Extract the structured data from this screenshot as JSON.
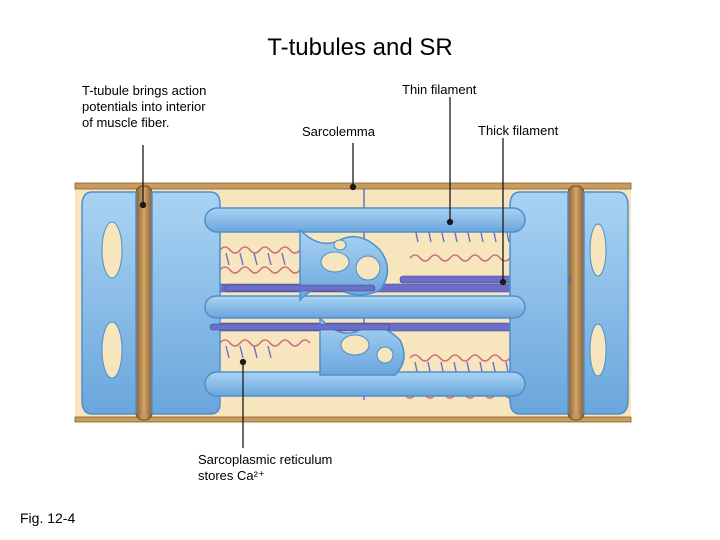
{
  "title": "T-tubules and SR",
  "labels": {
    "t_tubule": [
      "T-tubule brings action",
      "potentials into interior",
      "of muscle fiber."
    ],
    "sarcolemma": "Sarcolemma",
    "thin_filament": "Thin filament",
    "thick_filament": "Thick filament",
    "sarcoplasmic_reticulum": [
      "Sarcoplasmic reticulum",
      "stores Ca²⁺"
    ],
    "figure": "Fig. 12-4"
  },
  "colors": {
    "cytoplasm": "#f7e6bd",
    "sarcolemma": "#b8884f",
    "sr": "#7fb8e8",
    "sr_edge": "#4e8fcb",
    "thick_filament": "#6b6fc9",
    "thin_filament": "#d26a80"
  }
}
